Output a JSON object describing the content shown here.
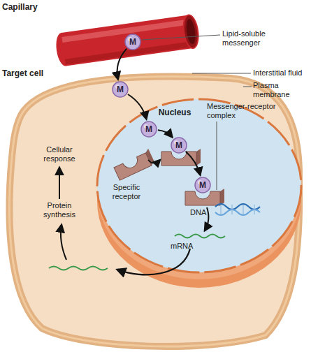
{
  "diagram": {
    "nodes": [
      {
        "text": [
          "Capillary"
        ]
      },
      {
        "text": [
          "M"
        ],
        "in": 0
      },
      {
        "text": [
          "Target cell"
        ]
      },
      {
        "text": [
          "M"
        ],
        "in": 2
      },
      {
        "text": [
          "Nucleus"
        ],
        "in": 2
      },
      {
        "text": [
          "M"
        ],
        "in": 4
      },
      {
        "text": [
          "M"
        ],
        "in": 4
      },
      {
        "text": [
          "M"
        ],
        "in": 4
      }
    ],
    "edges": [
      {
        "from": 1,
        "to": 3,
        "arrow": "to"
      },
      {
        "from": 3,
        "to": 5,
        "arrow": "to"
      },
      {
        "from": 5,
        "to": 6,
        "arrow": "to"
      },
      {
        "from": 6,
        "to": 7,
        "arrow": "to"
      }
    ],
    "labels": [
      "Lipid-soluble messenger",
      "Interstitial fluid",
      "Plasma membrane",
      "Messenger-receptor complex",
      "Cellular response",
      "Protein synthesis",
      "Specific receptor",
      "DNA",
      "mRNA"
    ]
  }
}
